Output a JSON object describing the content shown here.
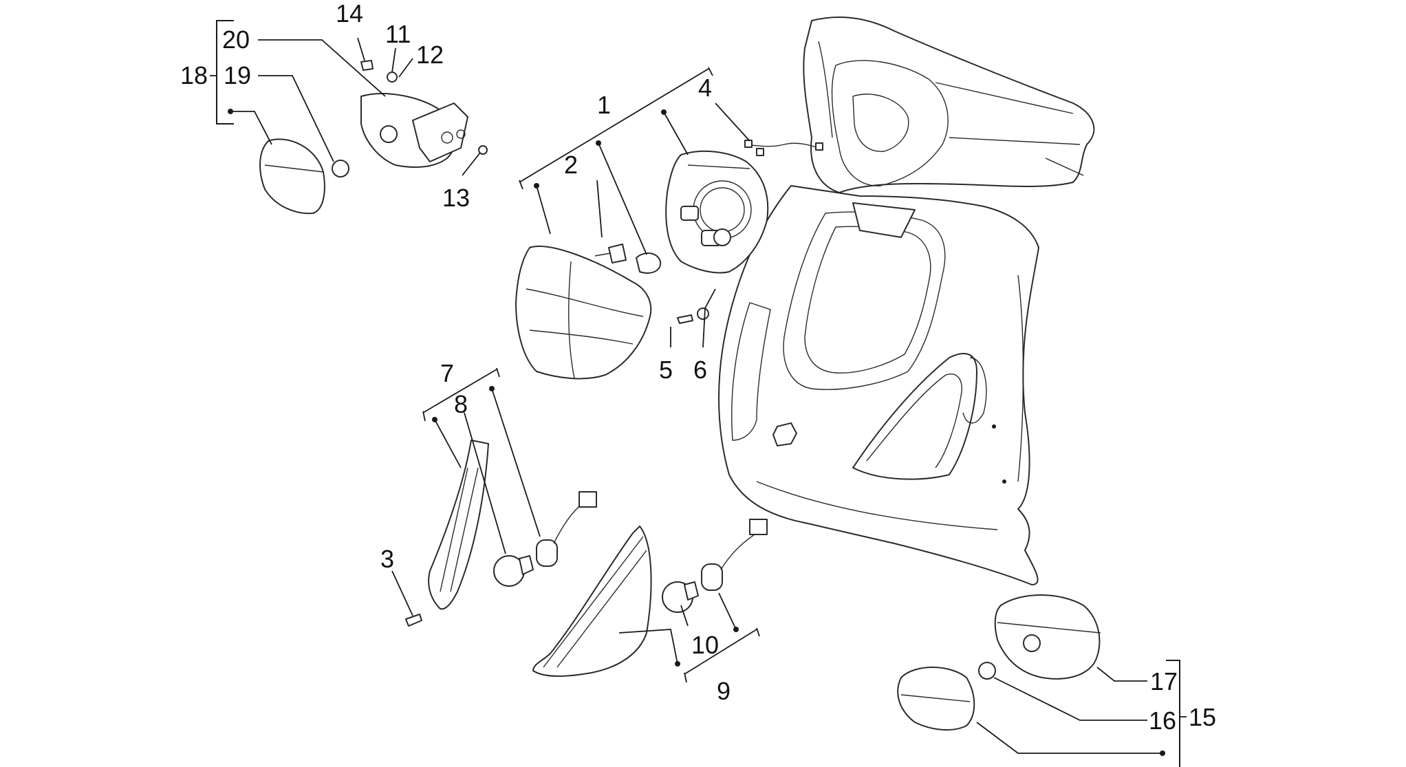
{
  "callouts": {
    "c1": "1",
    "c2": "2",
    "c3": "3",
    "c4": "4",
    "c5": "5",
    "c6": "6",
    "c7": "7",
    "c8": "8",
    "c9": "9",
    "c10": "10",
    "c11": "11",
    "c12": "12",
    "c13": "13",
    "c14": "14",
    "c15": "15",
    "c16": "16",
    "c17": "17",
    "c18": "18",
    "c19": "19",
    "c20": "20"
  },
  "colors": {
    "ink": "#1a1a1a",
    "paper": "#ffffff"
  }
}
